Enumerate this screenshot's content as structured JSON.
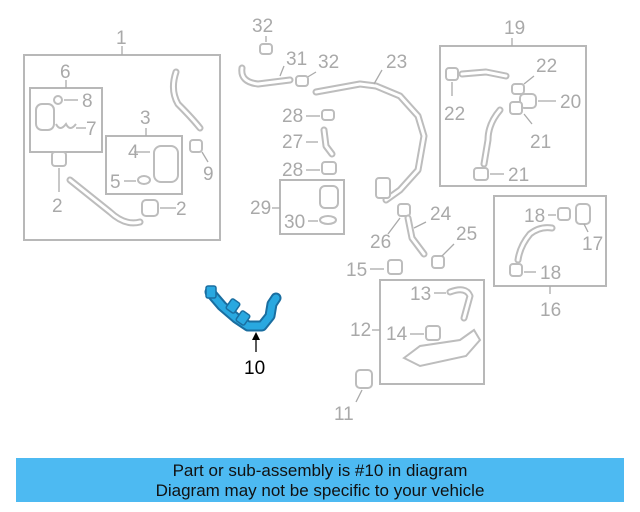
{
  "labels": {
    "l1": "1",
    "l2a": "2",
    "l2b": "2",
    "l3": "3",
    "l4": "4",
    "l5": "5",
    "l6": "6",
    "l7": "7",
    "l8": "8",
    "l9": "9",
    "l10": "10",
    "l11": "11",
    "l12": "12",
    "l13": "13",
    "l14": "14",
    "l15": "15",
    "l16": "16",
    "l17": "17",
    "l18a": "18",
    "l18b": "18",
    "l19": "19",
    "l20": "20",
    "l21a": "21",
    "l21b": "21",
    "l22a": "22",
    "l22b": "22",
    "l23": "23",
    "l24": "24",
    "l25": "25",
    "l26": "26",
    "l27": "27",
    "l28a": "28",
    "l28b": "28",
    "l29": "29",
    "l30": "30",
    "l31": "31",
    "l32a": "32",
    "l32b": "32"
  },
  "banner": {
    "line1": "Part or sub-assembly is #10 in diagram",
    "line2": "Diagram may not be specific to your vehicle"
  },
  "highlight": {
    "part_number": "10",
    "color": "#29a8e0"
  },
  "colors": {
    "banner_bg": "#4dbaf2",
    "line_gray": "#b8b8b8"
  }
}
